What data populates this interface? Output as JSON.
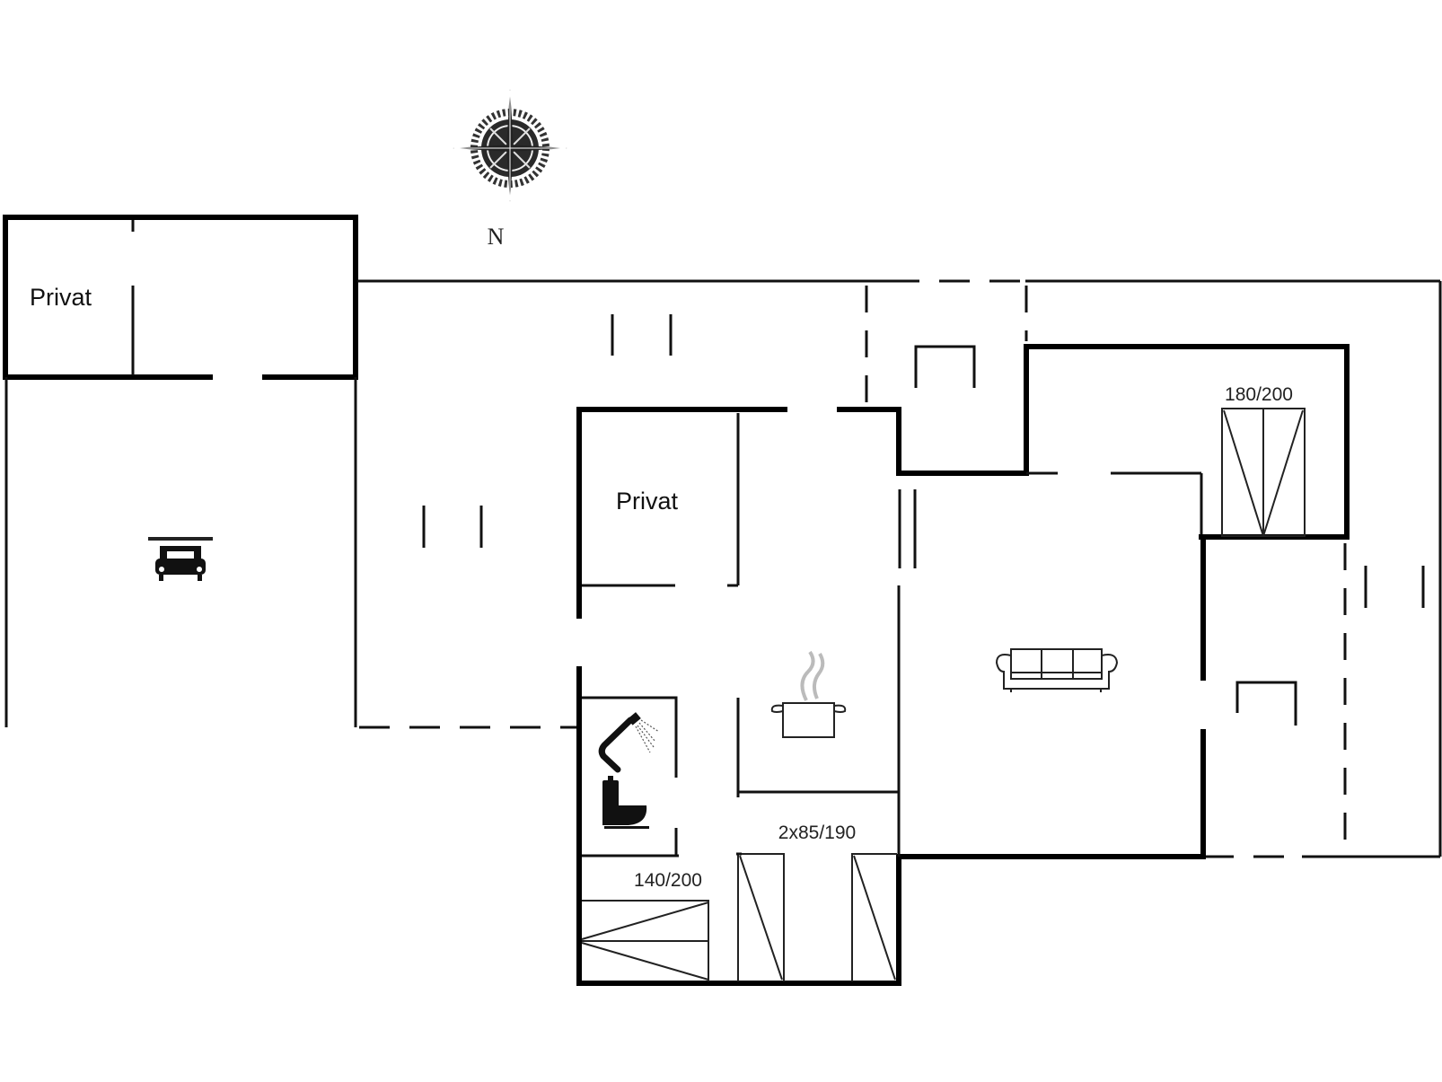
{
  "plan": {
    "orientation": {
      "label": "N",
      "icon": "compass-rose-icon"
    },
    "rooms": [
      {
        "id": "storage-private-garage",
        "label": "Privat"
      },
      {
        "id": "storage-private-center",
        "label": "Privat"
      }
    ],
    "beds": [
      {
        "id": "bed-master",
        "label": "180/200"
      },
      {
        "id": "bed-double",
        "label": "140/200"
      },
      {
        "id": "bed-twin",
        "label": "2x85/190"
      }
    ],
    "icons": [
      {
        "name": "car-icon",
        "room": "carport"
      },
      {
        "name": "shower-icon",
        "room": "bathroom"
      },
      {
        "name": "toilet-icon",
        "room": "bathroom"
      },
      {
        "name": "cooking-pot-icon",
        "room": "kitchen"
      },
      {
        "name": "sofa-icon",
        "room": "living-room"
      }
    ],
    "colors": {
      "wall": "#000000",
      "background": "#ffffff",
      "steam": "#b0b0b0"
    }
  }
}
